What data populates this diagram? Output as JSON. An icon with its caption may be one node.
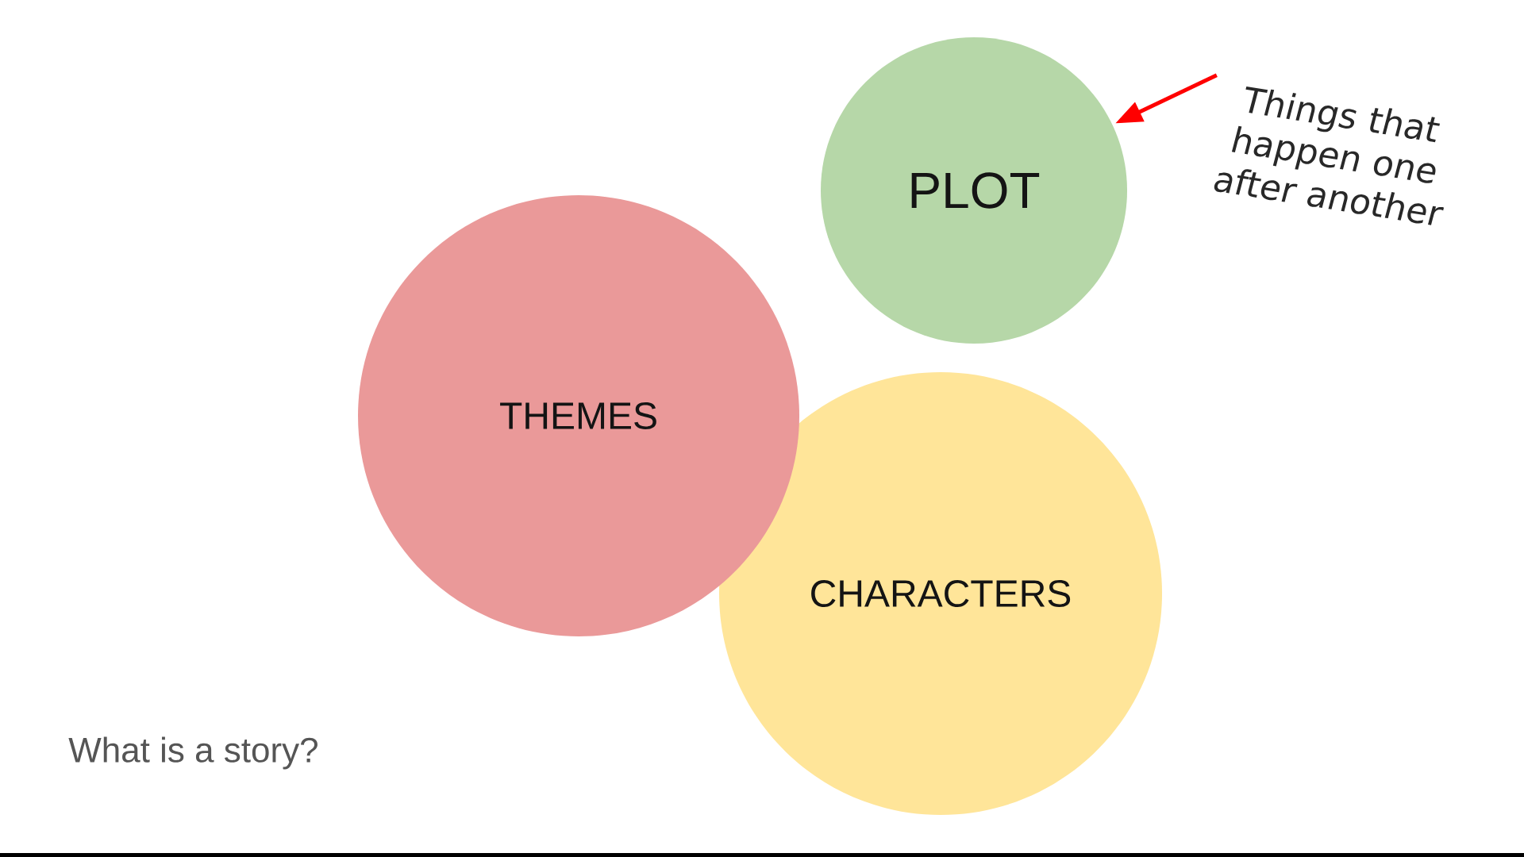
{
  "diagram": {
    "nodes": [
      {
        "text": [
          "PLOT"
        ]
      },
      {
        "text": [
          "Things that happen one after another"
        ]
      },
      {
        "text": [
          "THEMES"
        ]
      },
      {
        "text": [
          "CHARACTERS"
        ]
      }
    ],
    "edges": [
      {
        "from": 1,
        "to": 0,
        "arrow": "to",
        "color": "#ff0000"
      }
    ],
    "labels": [
      "What is a story?"
    ]
  }
}
